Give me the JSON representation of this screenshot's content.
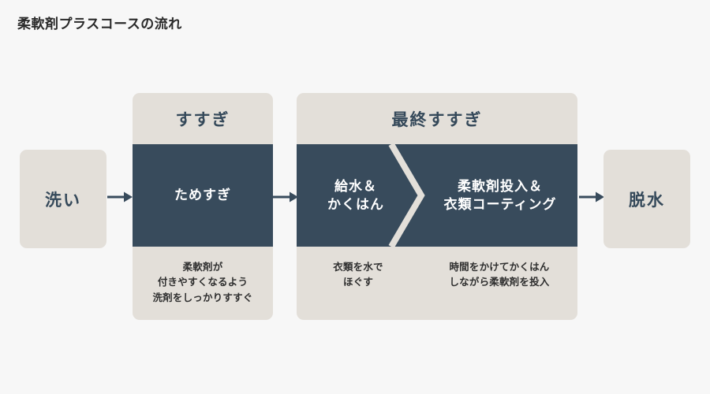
{
  "title": "柔軟剤プラスコースの流れ",
  "colors": {
    "background": "#f7f7f7",
    "beige": "#e3dfd9",
    "navy": "#384b5c",
    "text_dark": "#2a2a2a",
    "text_light": "#ffffff"
  },
  "flow": {
    "start_box": {
      "label": "洗い"
    },
    "end_box": {
      "label": "脱水"
    },
    "arrows": [
      {
        "name": "arrow-wash-to-rinse",
        "glyph": "arrow-right-icon"
      },
      {
        "name": "arrow-rinse-to-final",
        "glyph": "arrow-right-icon"
      },
      {
        "name": "arrow-final-to-spin",
        "glyph": "arrow-right-icon"
      }
    ],
    "stages": [
      {
        "id": "rinse",
        "header": "すすぎ",
        "steps": [
          {
            "label": "ためすぎ",
            "caption": "柔軟剤が\n付きやすくなるよう\n洗剤をしっかりすすぐ"
          }
        ]
      },
      {
        "id": "final-rinse",
        "header": "最終すすぎ",
        "divider": "chevron-right-icon",
        "steps": [
          {
            "label": "給水＆\nかくはん",
            "caption": "衣類を水で\nほぐす"
          },
          {
            "label": "柔軟剤投入＆\n衣類コーティング",
            "caption": "時間をかけてかくはん\nしながら柔軟剤を投入"
          }
        ]
      }
    ]
  }
}
